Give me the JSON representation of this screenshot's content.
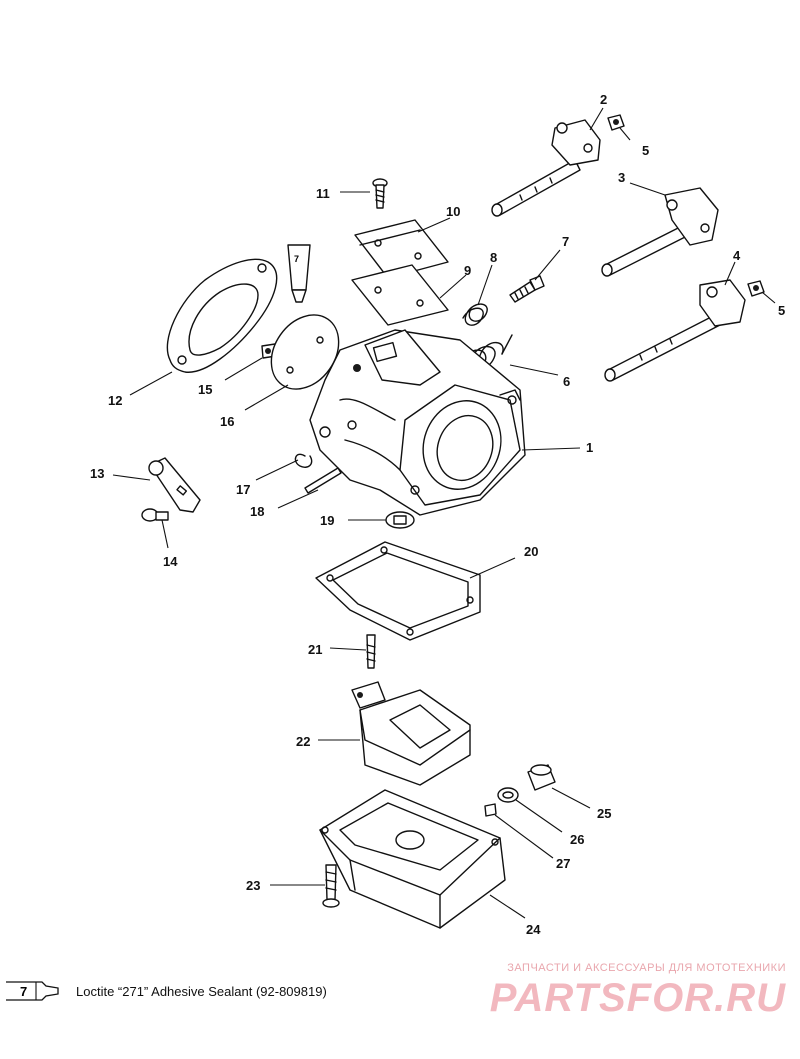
{
  "callouts": {
    "c1": "1",
    "c2": "2",
    "c3": "3",
    "c4": "4",
    "c5a": "5",
    "c5b": "5",
    "c6": "6",
    "c7": "7",
    "c8": "8",
    "c9": "9",
    "c10": "10",
    "c11": "11",
    "c12": "12",
    "c13": "13",
    "c14": "14",
    "c15": "15",
    "c16": "16",
    "c17": "17",
    "c18": "18",
    "c19": "19",
    "c20": "20",
    "c21": "21",
    "c22": "22",
    "c23": "23",
    "c24": "24",
    "c25": "25",
    "c26": "26",
    "c27": "27"
  },
  "tube_label": "7",
  "legend": {
    "number": "7",
    "text": "Loctite “271” Adhesive Sealant (92-809819)"
  },
  "watermark": {
    "line1": "ЗАПЧАСТИ И АКСЕССУАРЫ ДЛЯ МОТОТЕХНИКИ",
    "line2": "PARTSFOR.RU"
  }
}
